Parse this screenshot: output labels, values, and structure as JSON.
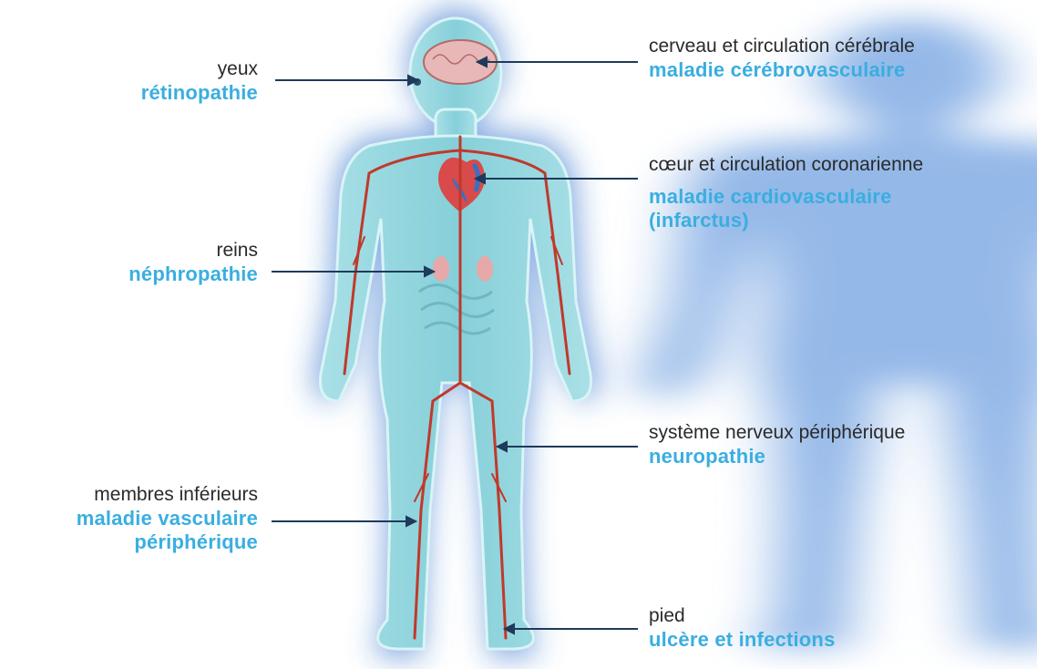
{
  "colors": {
    "organ_text": "#2a2a2a",
    "disease_text": "#3aaee0",
    "body_fill": "#8fd3dc",
    "glow": "#3c7fd6",
    "vessel": "#c0392b",
    "leader_line": "#1f3a5a"
  },
  "labels": {
    "eyes": {
      "organ": "yeux",
      "disease": "rétinopathie"
    },
    "brain": {
      "organ": "cerveau et circulation cérébrale",
      "disease": "maladie cérébrovasculaire"
    },
    "heart": {
      "organ": "cœur et circulation coronarienne",
      "disease": "maladie cardiovasculaire",
      "disease_line2": "(infarctus)"
    },
    "kidneys": {
      "organ": "reins",
      "disease": "néphropathie"
    },
    "nerves": {
      "organ": "système nerveux périphérique",
      "disease": "neuropathie"
    },
    "limbs": {
      "organ": "membres inférieurs",
      "disease": "maladie vasculaire",
      "disease_line2": "périphérique"
    },
    "foot": {
      "organ": "pied",
      "disease": "ulcère et infections"
    }
  }
}
